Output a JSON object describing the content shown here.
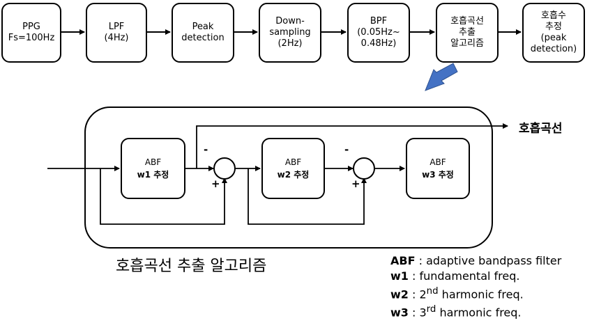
{
  "pipeline": [
    {
      "id": "ppg",
      "label": "PPG\nFs=100Hz"
    },
    {
      "id": "lpf",
      "label": "LPF\n(4Hz)"
    },
    {
      "id": "peak",
      "label": "Peak\ndetection"
    },
    {
      "id": "down",
      "label": "Down-\nsampling\n(2Hz)"
    },
    {
      "id": "bpf",
      "label": "BPF\n(0.05Hz~\n0.48Hz)"
    },
    {
      "id": "extract",
      "label": "호흡곡선\n추출\n알고리즘"
    },
    {
      "id": "estimate",
      "label": "호흡수\n추정\n(peak\ndetection)"
    }
  ],
  "algorithm": {
    "abf_blocks": [
      {
        "title": "ABF",
        "sub": "w1 추정"
      },
      {
        "title": "ABF",
        "sub": "w2 추정"
      },
      {
        "title": "ABF",
        "sub": "w3 추정"
      }
    ],
    "minus_sign": "-",
    "plus_sign": "+",
    "output_label": "호흡곡선",
    "caption": "호흡곡선 추출 알고리즘"
  },
  "legend": [
    {
      "term": "ABF",
      "sep": " : ",
      "desc": "adaptive bandpass filter"
    },
    {
      "term": "w1",
      "sep": " : ",
      "desc": "fundamental freq."
    },
    {
      "term": "w2",
      "sep": " : ",
      "pre": "2",
      "sup": "nd",
      "desc": " harmonic freq."
    },
    {
      "term": "w3",
      "sep": " : ",
      "pre": "3",
      "sup": "rd",
      "desc": " harmonic freq."
    }
  ],
  "colors": {
    "stroke": "#000000",
    "arrow_fill": "#4472c4",
    "arrow_stroke": "#2f528f"
  }
}
